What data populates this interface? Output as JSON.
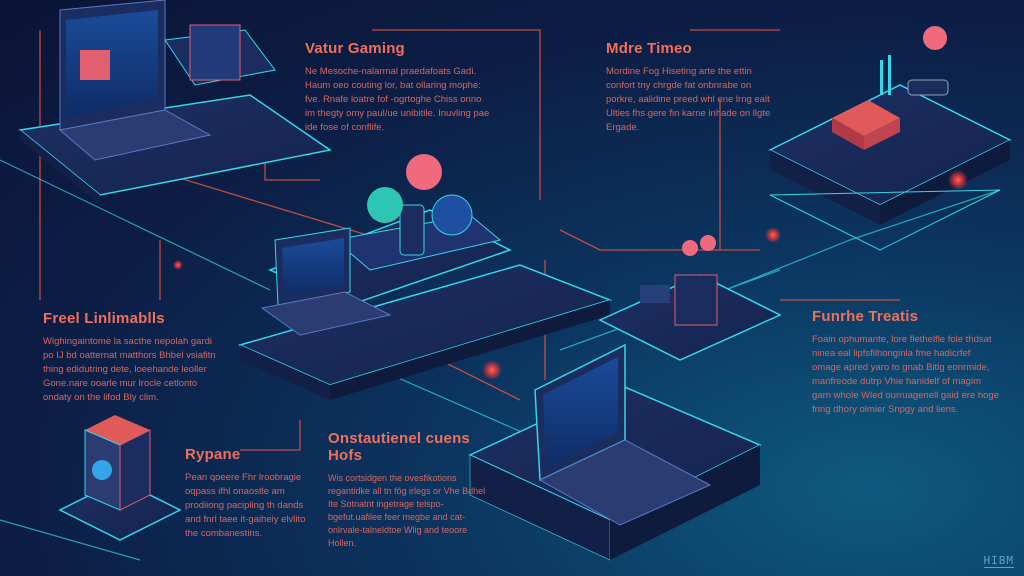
{
  "sections": [
    {
      "title": "Vatur Gaming",
      "body": "Ne Mesoche-nalarmal praedafoats Gadi. Haum oeo couting lor, bat ollaring mophe: fve. Rnafe loatre fof -ogrtoghe Chiss onno im thegty omy paul/ue unibitile. Inuvling pae ide fose of conflife."
    },
    {
      "title": "Mdre Timeo",
      "body": "Mordine Fog Hiseting arte the ettin confort tny chrgde fat onbnrabe on porkre, aalidine preed whl ene lrng ealt Ulties fhs gere fin karne inhade on llgte Ergade."
    },
    {
      "title": "Freel Linlimablls",
      "body": "Wighingaintome la sacthe nepolah gardi po IJ bd oatternat matthors Bhbel vsiafitn thing edidutring dete, loeehande leoller Gone.nare ooarle mur lrocle cetlonto ondaty on the lifod Bly clim."
    },
    {
      "title": "Funrhe Treatis",
      "body": "Foain ophumante, lore flethelfle fole thdsat ninea eal lipfsfilhonginla fme hadicrfef omage apred yaro to gnab Bitlg eonrmide, manfreode dutrp Vhie hanidelf of magim garn whole Wled ourruagenell gaid ere hoge fring dhory olmier Snpgy and liens."
    },
    {
      "title": "Rypane",
      "body": "Pean qoeere Fhr lroobragie oqpass ifhl onaostle am prodiiong pacipling th dands and fnrl taee it-gaiheiy elvlito the combanestins."
    },
    {
      "title": "Onstautienel cuens Hofs",
      "body": "Wis cortsidgen the ovesfikotions regantidke all tn fôg irlegs or Vhe Bdhel Ite Sotnatnt ingetrage telspo-bgefut.uafilee feer megbe and cat-onlrvale-talneldtoe Wlig and teoore Hollen."
    }
  ],
  "logo": "HIBM",
  "colors": {
    "accent": "#f0705e",
    "glow": "#34d6e8",
    "background": "#0d1d44"
  }
}
